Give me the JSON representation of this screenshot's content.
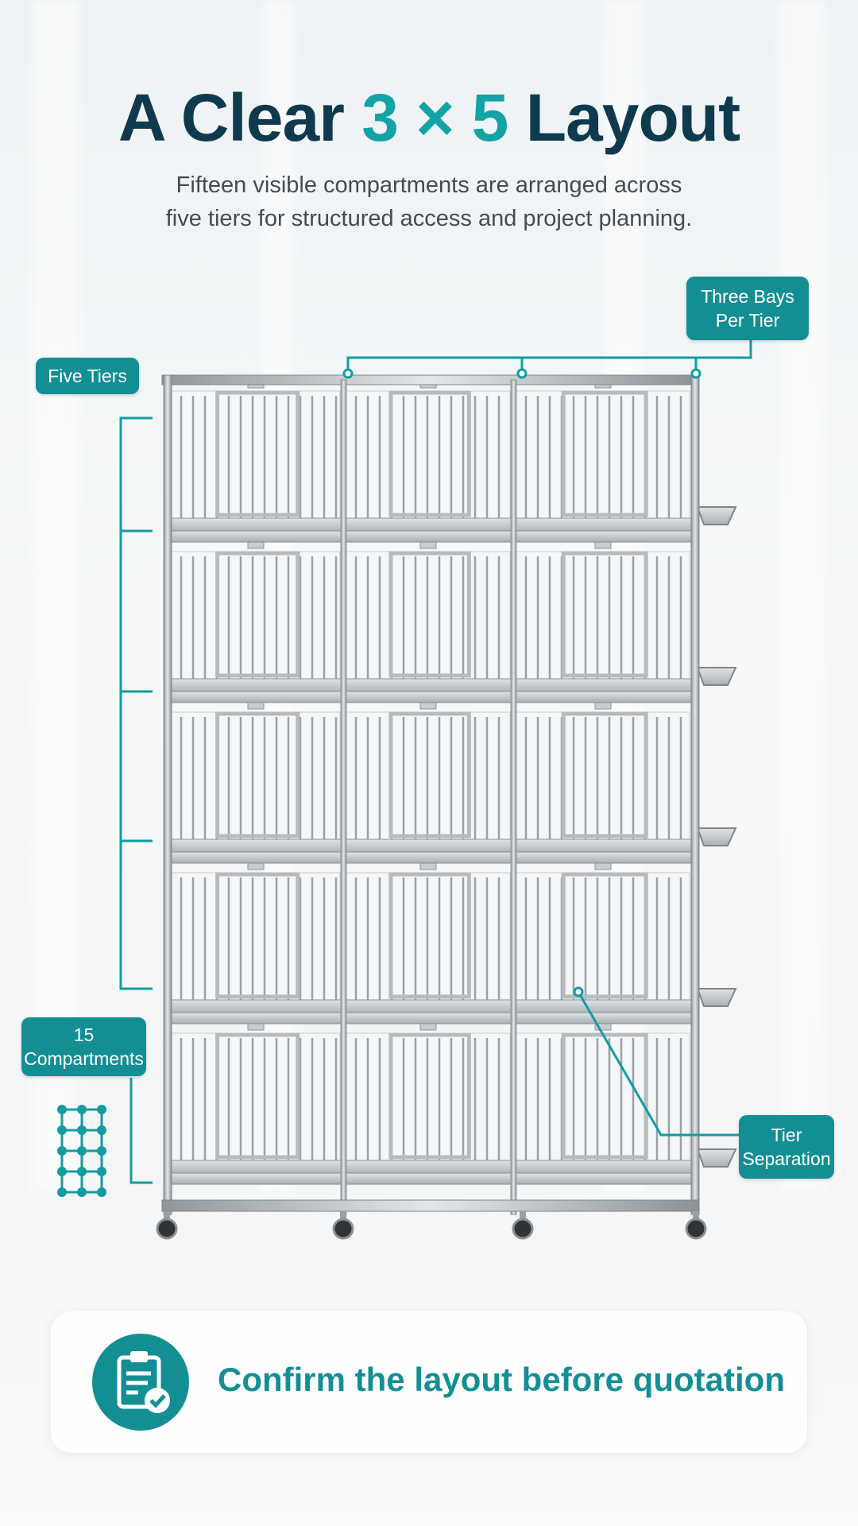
{
  "headline": {
    "part1": "A Clear ",
    "highlight": "3 × 5",
    "part2": " Layout"
  },
  "subtitle": {
    "line1": "Fifteen visible compartments are arranged across",
    "line2": "five tiers for structured access and project planning."
  },
  "labels": {
    "bays": {
      "line1": "Three Bays",
      "line2": "Per Tier"
    },
    "tiers": "Five Tiers",
    "compartments": {
      "line1": "15",
      "line2": "Compartments"
    },
    "separation": {
      "line1": "Tier",
      "line2": "Separation"
    }
  },
  "rack": {
    "tiers": 5,
    "bays": 3,
    "compartments": 15
  },
  "cta": {
    "text": "Confirm the layout before quotation",
    "icon": "clipboard-check-icon"
  },
  "colors": {
    "teal": "#138f94",
    "accent": "#13a3a6",
    "navy": "#0f3a4d"
  }
}
